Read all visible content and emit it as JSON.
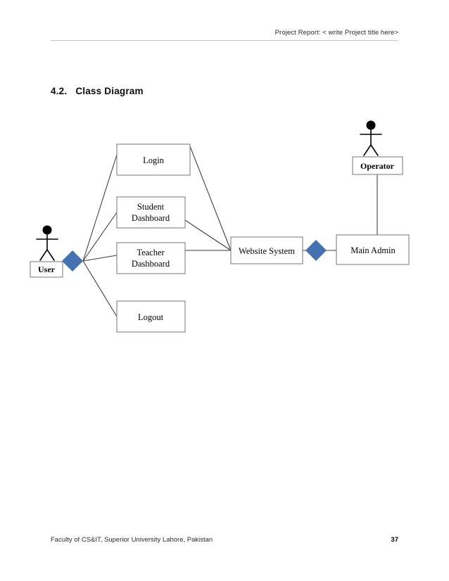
{
  "header": {
    "text": "Project Report: < write Project title here>"
  },
  "section": {
    "number": "4.2.",
    "title": "Class Diagram"
  },
  "footer": {
    "text": "Faculty of CS&IT, Superior University Lahore, Pakistan",
    "page_number": "37"
  },
  "colors": {
    "diamond": "#4472B0",
    "box_stroke": "#808080",
    "edge": "#3a3a3a",
    "rule": "#c6c6c6"
  },
  "diagram": {
    "type": "class-diagram",
    "actors": [
      {
        "id": "user",
        "label": "User"
      },
      {
        "id": "operator",
        "label": "Operator"
      }
    ],
    "nodes": [
      {
        "id": "login",
        "label_line1": "Login",
        "label_line2": ""
      },
      {
        "id": "student-dashboard",
        "label_line1": "Student",
        "label_line2": "Dashboard"
      },
      {
        "id": "teacher-dashboard",
        "label_line1": "Teacher",
        "label_line2": "Dashboard"
      },
      {
        "id": "logout",
        "label_line1": "Logout",
        "label_line2": ""
      },
      {
        "id": "website-system",
        "label_line1": "Website System",
        "label_line2": ""
      },
      {
        "id": "main-admin",
        "label_line1": "Main Admin",
        "label_line2": ""
      }
    ],
    "connections": [
      {
        "from": "user",
        "to": "login"
      },
      {
        "from": "user",
        "to": "student-dashboard"
      },
      {
        "from": "user",
        "to": "teacher-dashboard"
      },
      {
        "from": "user",
        "to": "logout"
      },
      {
        "from": "login",
        "to": "website-system"
      },
      {
        "from": "student-dashboard",
        "to": "website-system"
      },
      {
        "from": "teacher-dashboard",
        "to": "website-system"
      },
      {
        "from": "website-system",
        "to": "main-admin"
      },
      {
        "from": "operator",
        "to": "main-admin"
      }
    ]
  }
}
